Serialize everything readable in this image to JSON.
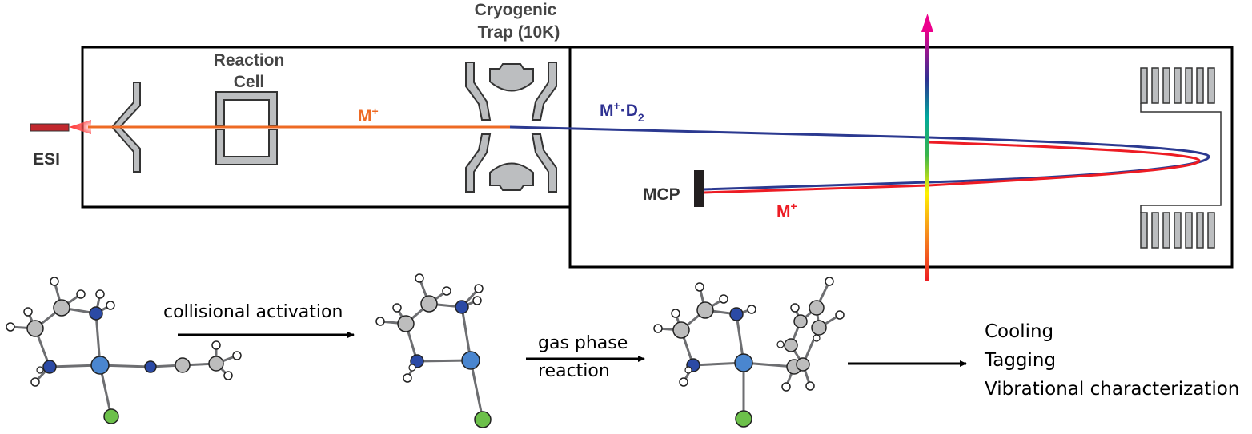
{
  "instrument": {
    "source_label": "ESI",
    "reaction_cell_label": [
      "Reaction",
      "Cell"
    ],
    "trap_label": [
      "Cryogenic",
      "Trap (10K)"
    ],
    "ion_label": {
      "base": "M",
      "charge": "+"
    },
    "tagged_ion_label": {
      "base": "M",
      "charge": "+",
      "dot": "·",
      "tag": "D",
      "subscript": "2"
    },
    "detector_label": "MCP",
    "colors": {
      "ion_beam": "#ee6a24",
      "tagged_beam": "#2b3990",
      "untagged_beam": "#ed1c24",
      "beam_label_orange": "#ee6a24",
      "beam_label_blue": "#2e3192",
      "beam_label_red": "#ed1c24",
      "electrode_fill": "#bcbec0",
      "frame": "#000000",
      "source_red": "#c1272d"
    }
  },
  "reaction_scheme": {
    "step1_label": "collisional activation",
    "step2_label": [
      "gas phase",
      "reaction"
    ],
    "outcomes": [
      "Cooling",
      "Tagging",
      "Vibrational characterization"
    ],
    "atom_colors": {
      "hydrogen": "#ffffff",
      "carbon": "#bdbdbd",
      "nitrogen": "#2b4aa5",
      "metal": "#4a86cf",
      "chlorine": "#6cc04a"
    }
  }
}
